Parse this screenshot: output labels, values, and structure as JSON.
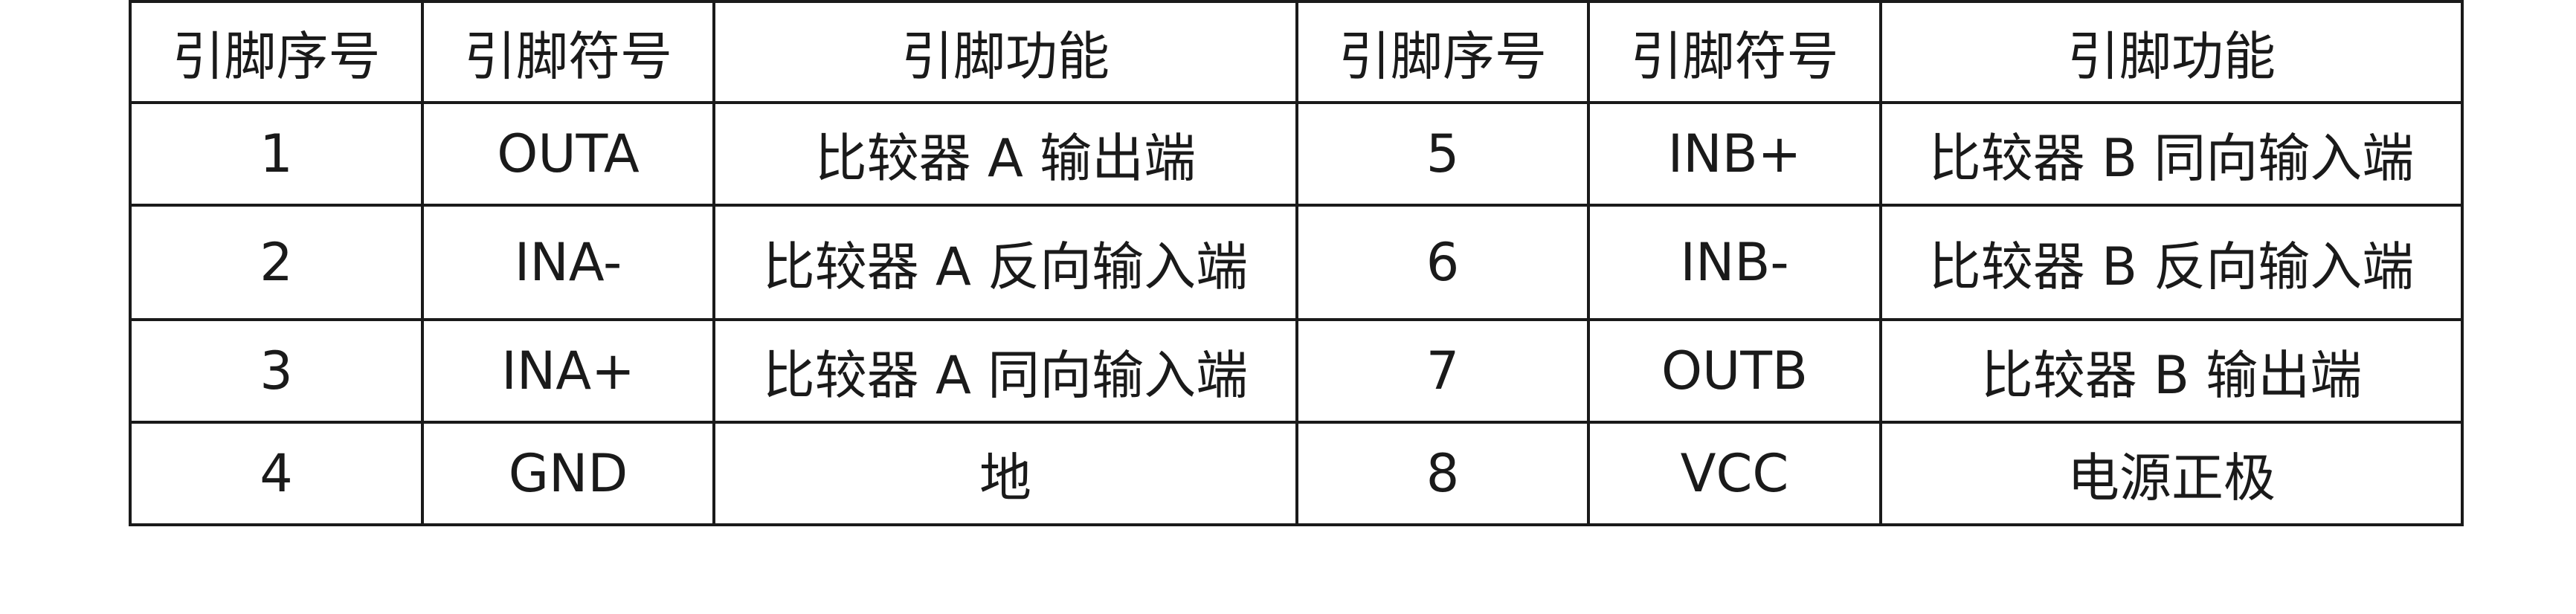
{
  "table": {
    "headers": [
      "引脚序号",
      "引脚符号",
      "引脚功能",
      "引脚序号",
      "引脚符号",
      "引脚功能"
    ],
    "rows": [
      [
        "1",
        "OUTA",
        "比较器 A 输出端",
        "5",
        "INB+",
        "比较器 B 同向输入端"
      ],
      [
        "2",
        "INA-",
        "比较器 A 反向输入端",
        "6",
        "INB-",
        "比较器 B 反向输入端"
      ],
      [
        "3",
        "INA+",
        "比较器 A 同向输入端",
        "7",
        "OUTB",
        "比较器 B 输出端"
      ],
      [
        "4",
        "GND",
        "地",
        "8",
        "VCC",
        "电源正极"
      ]
    ]
  }
}
